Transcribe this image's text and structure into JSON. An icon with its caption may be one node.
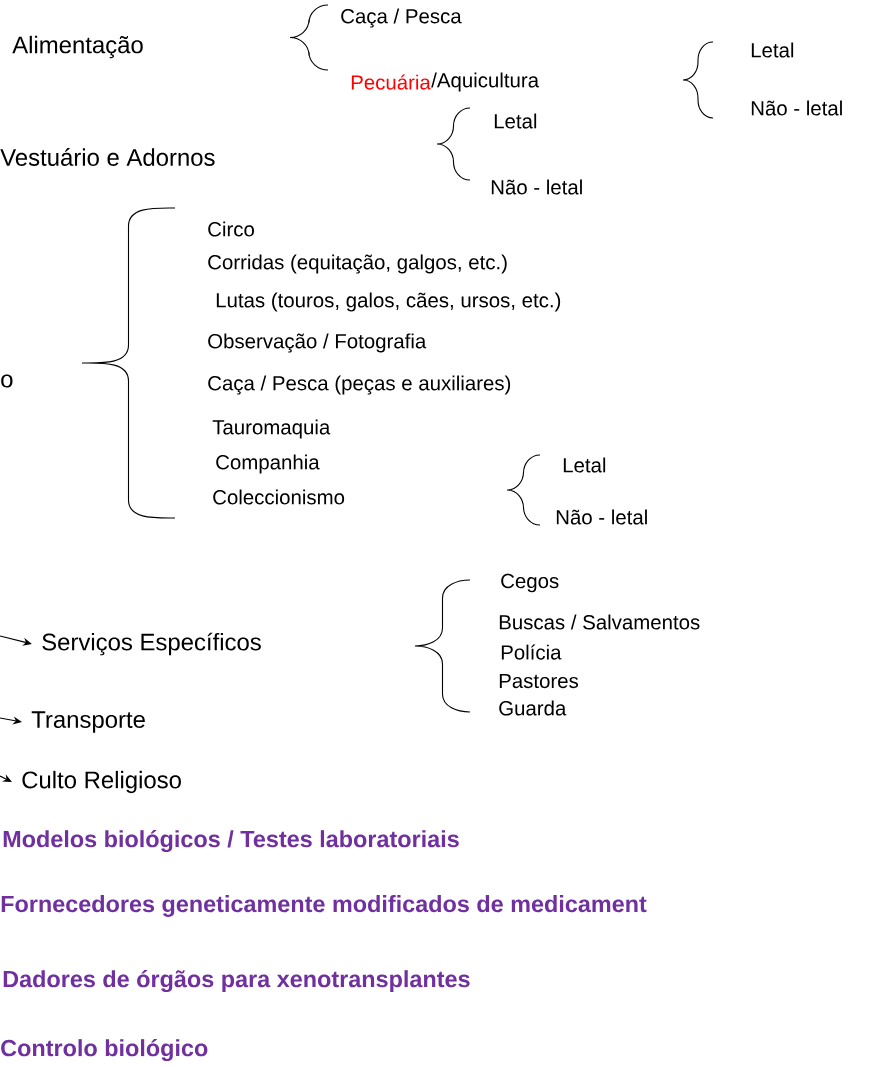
{
  "diagram": {
    "nodes": [
      {
        "text": [
          "Serviços Específicos"
        ]
      },
      {
        "text": [
          "Transporte"
        ]
      },
      {
        "text": [
          "Culto Religioso"
        ]
      }
    ],
    "edges": [
      {
        "from": null,
        "to": 0,
        "arrow": "to"
      },
      {
        "from": null,
        "to": 1,
        "arrow": "to"
      },
      {
        "from": null,
        "to": 2,
        "arrow": "to"
      }
    ],
    "labels": [
      "Alimentação",
      "Caça / Pesca",
      "Pecuária",
      "/Aquicultura",
      "Letal",
      "Não - letal",
      "Vestuário e Adornos",
      "Letal",
      "Não - letal",
      "o",
      "Circo",
      "Corridas (equitação, galgos, etc.)",
      "Lutas (touros, galos, cães, ursos, etc.)",
      "Observação / Fotografia",
      "Caça / Pesca (peças e auxiliares)",
      "Tauromaquia",
      "Companhia",
      "Coleccionismo",
      "Letal",
      "Não - letal",
      "Cegos",
      "Buscas / Salvamentos",
      "Polícia",
      "Pastores",
      "Guarda",
      "Modelos biológicos / Testes laboratoriais",
      "Fornecedores geneticamente modificados de medicament",
      "Dadores de órgãos para xenotransplantes",
      "Controlo biológico"
    ]
  }
}
